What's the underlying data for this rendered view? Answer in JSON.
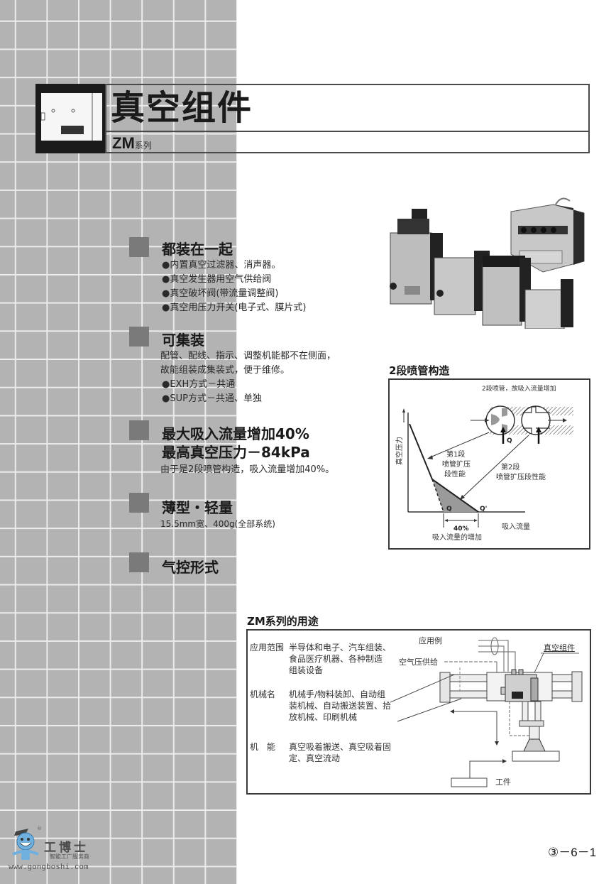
{
  "header": {
    "title": "真空组件",
    "series_code": "ZM",
    "series_suffix": "系列"
  },
  "features": [
    {
      "title": "都装在一起",
      "lines": [
        "●内置真空过滤器、消声器。",
        "●真空发生器用空气供给阀",
        "●真空破坏阀(带流量调整阀)",
        "●真空用压力开关(电子式、膜片式)"
      ]
    },
    {
      "title": "可集装",
      "lines": [
        "配管、配线、指示、调整机能都不在侧面，",
        "故能组装成集装式，便于维修。",
        "●EXH方式－共通",
        "●SUP方式－共通、单独"
      ]
    },
    {
      "title": "最大吸入流量增加40%",
      "title2": "最高真空压力－84kPa",
      "lines": [
        "由于是2段喷管构造，吸入流量增加40%。"
      ]
    },
    {
      "title": "薄型・轻量",
      "lines": [
        "15.5mm宽、400g(全部系统)"
      ]
    },
    {
      "title": "气控形式",
      "lines": []
    }
  ],
  "diagram": {
    "section_title": "2段喷管构造",
    "caption": "2段喷管，故吸入流量增加",
    "y_axis_label": "真空压力",
    "x_axis_label": "吸入流量",
    "stage1_label": [
      "第1段",
      "喷管扩压",
      "段性能"
    ],
    "stage2_label": [
      "第2段",
      "喷管扩压段性能"
    ],
    "q_label": "Q",
    "q_prime_label": "Q'",
    "flow_q_label": "Q",
    "increase_pct": "40%",
    "increase_label": "吸入流量的增加"
  },
  "applications": {
    "section_title": "ZM系列的用途",
    "rows": [
      {
        "label": "应用范围",
        "value": [
          "半导体和电子、汽车组装、",
          "食品医疗机器、各种制造",
          "组装设备"
        ]
      },
      {
        "label": "机械名",
        "value": [
          "机械手/物料装卸、自动组",
          "装机械、自动搬送装置、拾",
          "放机械、印刷机械"
        ]
      },
      {
        "label": "机　能",
        "value": [
          "真空吸着搬送、真空吸着固",
          "定、真空流动"
        ]
      }
    ],
    "illustration": {
      "example_label": "应用例",
      "air_supply_label": "空气压供给",
      "vacuum_unit_label": "真空组件",
      "workpiece_label": "工件"
    }
  },
  "footer": {
    "page_number": "③－6－1",
    "logo_name": "工博士",
    "logo_tagline": "智能工厂服务商",
    "logo_url": "www.gongboshi.com",
    "logo_reg": "®"
  }
}
